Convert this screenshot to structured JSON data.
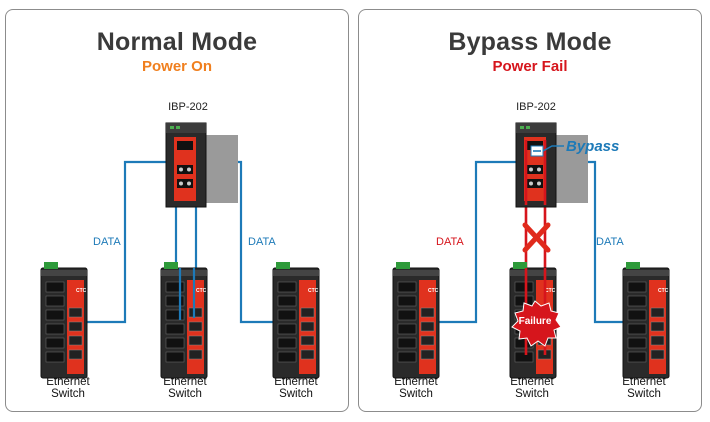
{
  "normal": {
    "title": "Normal Mode",
    "subtitle": "Power On",
    "bypass_device": "IBP-202",
    "data_left": "DATA",
    "data_right": "DATA",
    "switch_line1": "Ethernet",
    "switch_line2": "Switch"
  },
  "bypass": {
    "title": "Bypass Mode",
    "subtitle": "Power Fail",
    "bypass_device": "IBP-202",
    "bypass_label": "Bypass",
    "failure_label": "Failure",
    "data_left": "DATA",
    "data_right": "DATA",
    "switch_line1": "Ethernet",
    "switch_line2": "Switch"
  },
  "colors": {
    "data_link": "#1d7ab8",
    "failed_link": "#d6151c",
    "power_on": "#f07f1e",
    "power_fail": "#d6151c"
  }
}
